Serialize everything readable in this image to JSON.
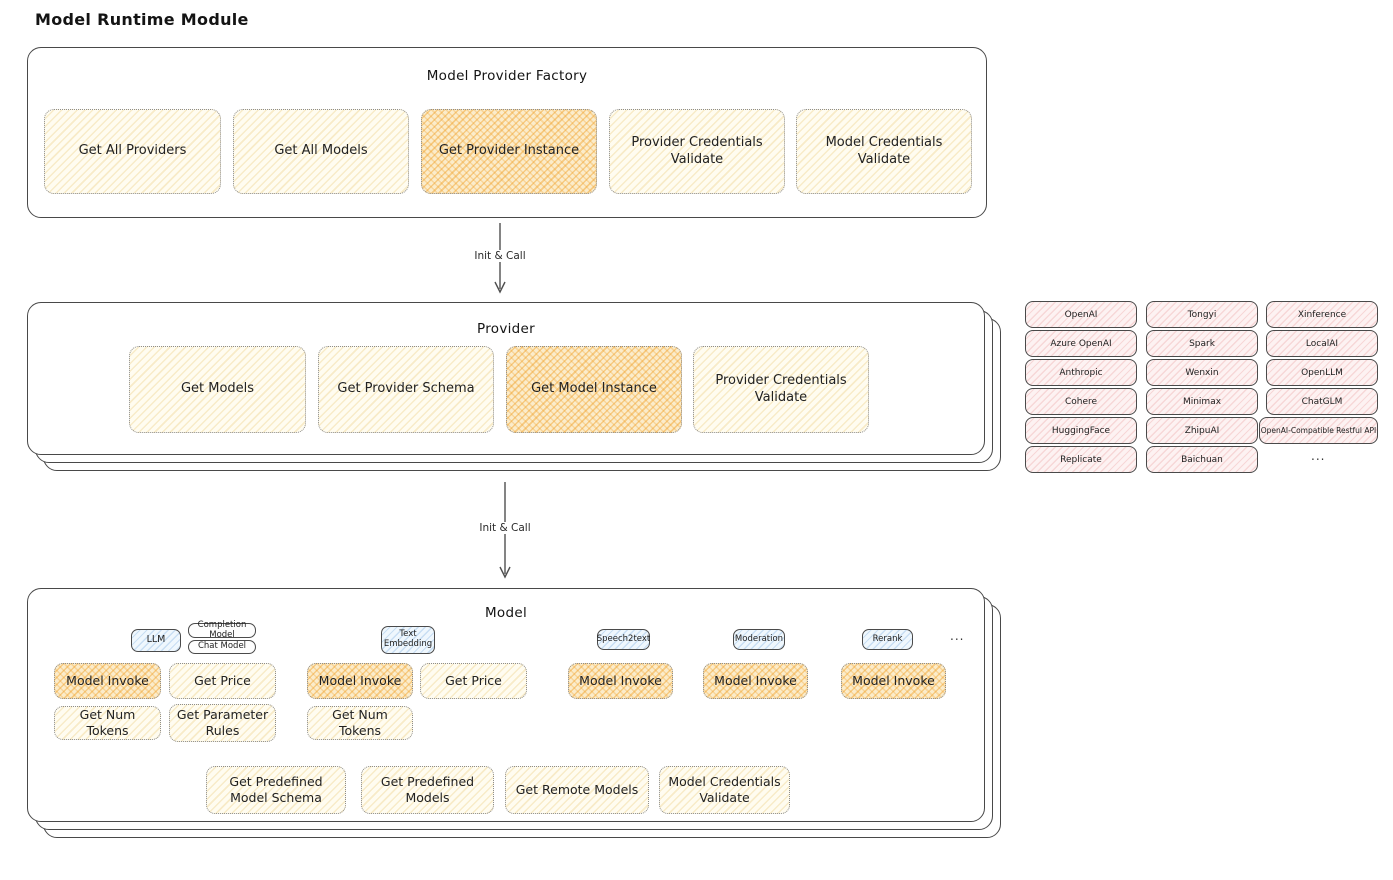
{
  "page": {
    "title": "Model Runtime Module"
  },
  "colors": {
    "accent_orange": "#f0a028",
    "accent_yellow": "#fffcf0",
    "accent_pink": "#fdf2f2",
    "accent_blue": "#eff7fd",
    "border_dark": "#494949"
  },
  "arrows": {
    "init_call_1": "Init & Call",
    "init_call_2": "Init & Call"
  },
  "factory": {
    "title": "Model Provider Factory",
    "items": [
      {
        "label": "Get All Providers"
      },
      {
        "label": "Get All Models"
      },
      {
        "label": "Get Provider Instance"
      },
      {
        "label": "Provider Credentials Validate"
      },
      {
        "label": "Model Credentials Validate"
      }
    ]
  },
  "provider": {
    "title": "Provider",
    "items": [
      {
        "label": "Get Models"
      },
      {
        "label": "Get Provider Schema"
      },
      {
        "label": "Get Model Instance"
      },
      {
        "label": "Provider Credentials Validate"
      }
    ]
  },
  "vendors": {
    "columns": [
      [
        "OpenAI",
        "Azure OpenAI",
        "Anthropic",
        "Cohere",
        "HuggingFace",
        "Replicate"
      ],
      [
        "Tongyi",
        "Spark",
        "Wenxin",
        "Minimax",
        "ZhipuAI",
        "Baichuan"
      ],
      [
        "Xinference",
        "LocalAI",
        "OpenLLM",
        "ChatGLM",
        "OpenAI-Compatible Restful API"
      ]
    ],
    "ellipsis": "..."
  },
  "model": {
    "title": "Model",
    "badges": {
      "llm": "LLM",
      "completion_model": "Completion Model",
      "chat_model": "Chat Model",
      "text_embedding": "Text Embedding",
      "speech2text": "Speech2text",
      "moderation": "Moderation",
      "rerank": "Rerank",
      "ellipsis": "..."
    },
    "labels": {
      "model_invoke": "Model Invoke",
      "get_price": "Get Price",
      "get_num_tokens": "Get Num Tokens",
      "get_parameter_rules": "Get Parameter Rules"
    },
    "bottom_items": [
      {
        "label": "Get Predefined Model Schema"
      },
      {
        "label": "Get Predefined Models"
      },
      {
        "label": "Get Remote Models"
      },
      {
        "label": "Model Credentials Validate"
      }
    ]
  }
}
